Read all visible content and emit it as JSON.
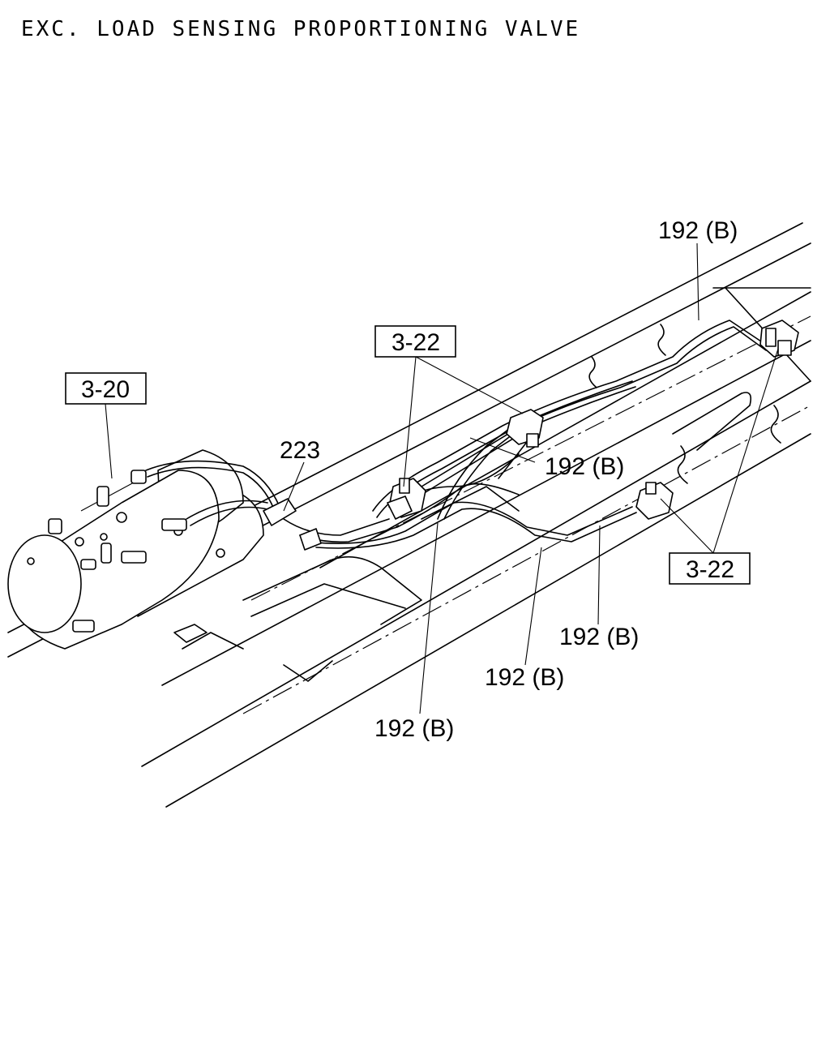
{
  "title": "EXC. LOAD SENSING PROPORTIONING VALVE",
  "callouts": {
    "ref_3_20": "3-20",
    "ref_3_22_top": "3-22",
    "ref_3_22_right": "3-22",
    "part_223": "223",
    "part_192b_top": "192 (B)",
    "part_192b_mid": "192 (B)",
    "part_192b_right": "192 (B)",
    "part_192b_center": "192 (B)",
    "part_192b_bottom": "192 (B)"
  }
}
